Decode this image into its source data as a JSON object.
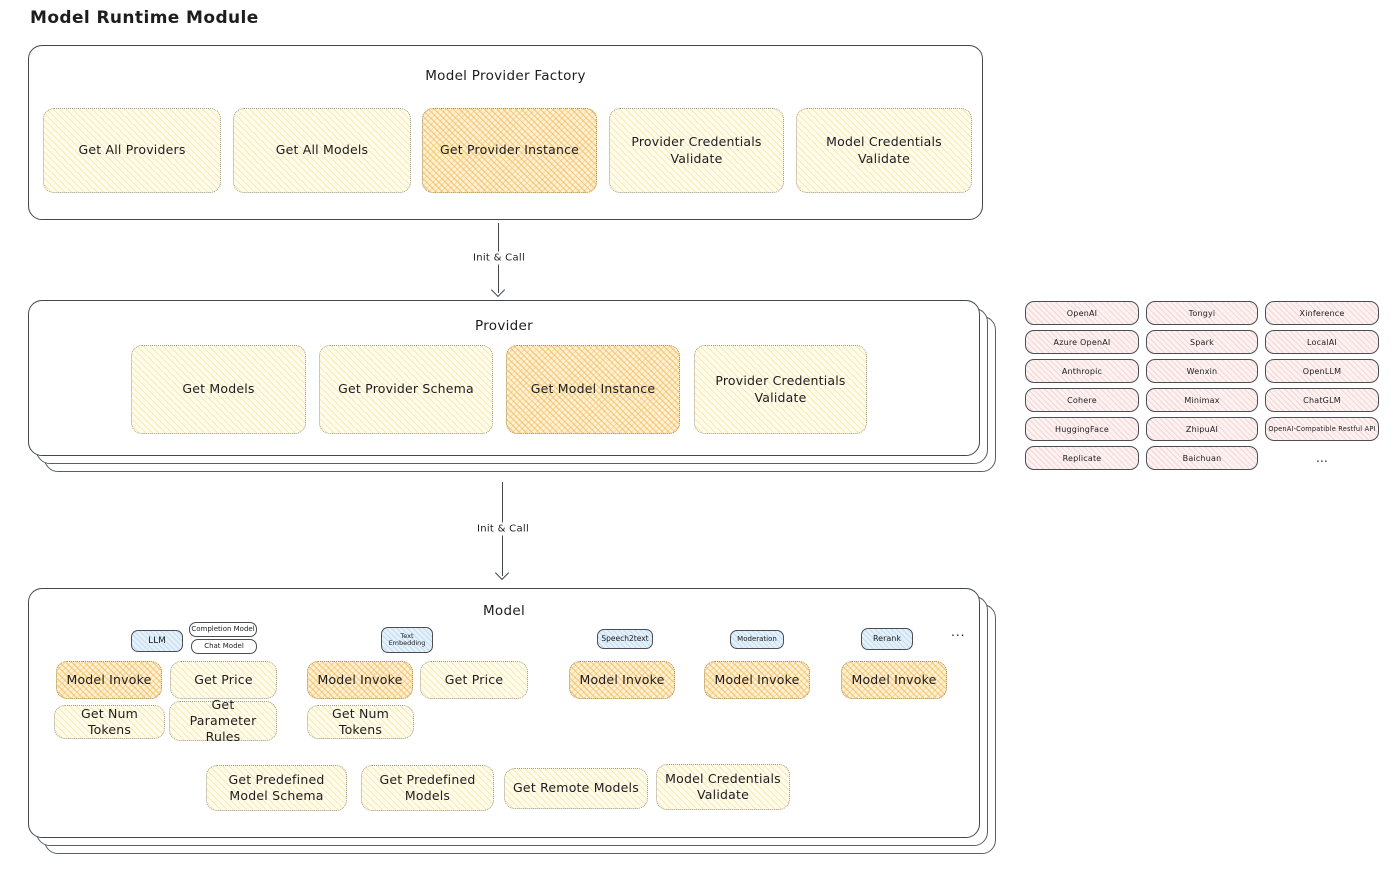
{
  "page_title": "Model Runtime Module",
  "arrows": {
    "top_label": "Init & Call",
    "bottom_label": "Init & Call"
  },
  "factory": {
    "title": "Model Provider Factory",
    "nodes": [
      "Get All Providers",
      "Get All Models",
      "Get Provider Instance",
      "Provider Credentials Validate",
      "Model Credentials Validate"
    ]
  },
  "provider": {
    "title": "Provider",
    "nodes": [
      "Get Models",
      "Get Provider Schema",
      "Get Model Instance",
      "Provider Credentials Validate"
    ]
  },
  "provider_chips": [
    "OpenAI",
    "Tongyi",
    "Xinference",
    "Azure OpenAI",
    "Spark",
    "LocalAI",
    "Anthropic",
    "Wenxin",
    "OpenLLM",
    "Cohere",
    "Minimax",
    "ChatGLM",
    "HuggingFace",
    "ZhipuAI",
    "OpenAI-Compatible Restful API",
    "Replicate",
    "Baichuan",
    "..."
  ],
  "model": {
    "title": "Model",
    "tags": [
      "LLM",
      "Completion Model",
      "Chat Model",
      "Text Embedding",
      "Speech2text",
      "Moderation",
      "Rerank"
    ],
    "tags_ellipsis": "...",
    "row1": [
      "Model Invoke",
      "Get Price",
      "Model Invoke",
      "Get Price",
      "Model Invoke",
      "Model Invoke",
      "Model Invoke"
    ],
    "row2": [
      "Get Num Tokens",
      "Get Parameter Rules",
      "Get Num Tokens"
    ],
    "bottom": [
      "Get Predefined Model Schema",
      "Get Predefined Models",
      "Get Remote Models",
      "Model Credentials Validate"
    ]
  },
  "colors": {
    "stroke": "#43474c",
    "yellow_fill": "#fffcee",
    "orange_highlight": "#f4b143",
    "pink_fill": "#fdf2f2",
    "blue_fill": "#e4f0fa"
  }
}
